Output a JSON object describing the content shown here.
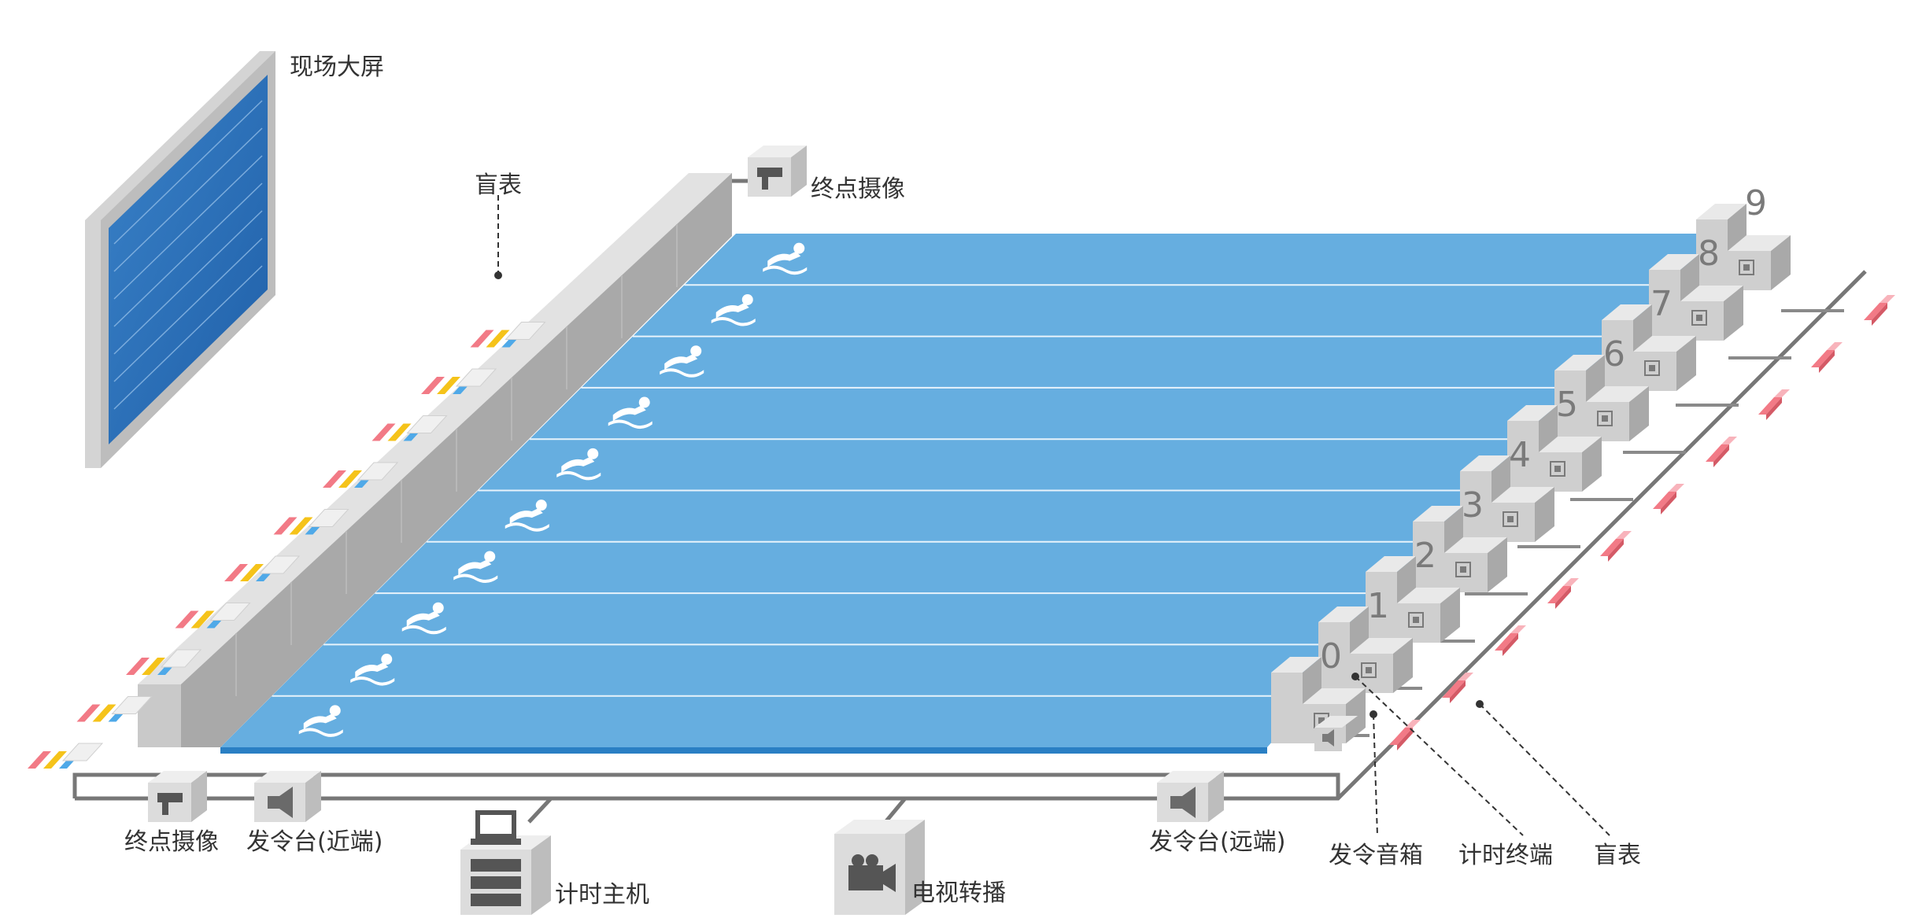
{
  "labels": {
    "big_screen": "现场大屏",
    "blind_watch_top": "盲表",
    "finish_camera_top": "终点摄像",
    "finish_camera_bottom": "终点摄像",
    "start_platform_near": "发令台(近端)",
    "timing_host": "计时主机",
    "tv_broadcast": "电视转播",
    "start_platform_far": "发令台(远端)",
    "start_speaker": "发令音箱",
    "timing_terminal": "计时终端",
    "blind_watch_bottom": "盲表"
  },
  "lanes": [
    "0",
    "1",
    "2",
    "3",
    "4",
    "5",
    "6",
    "7",
    "8",
    "9"
  ],
  "colors": {
    "pool": "#66aee0",
    "pool_edge": "#2a7fc4",
    "lane_line": "#e8f3fb",
    "block_light": "#e9e9e9",
    "block_mid": "#cfcfcf",
    "block_dark": "#a9a9a9",
    "cable": "#777777",
    "red": "#f27a86",
    "yellow": "#f5c31a",
    "blue": "#4fa9e8",
    "screen": "#2f6fb5"
  }
}
